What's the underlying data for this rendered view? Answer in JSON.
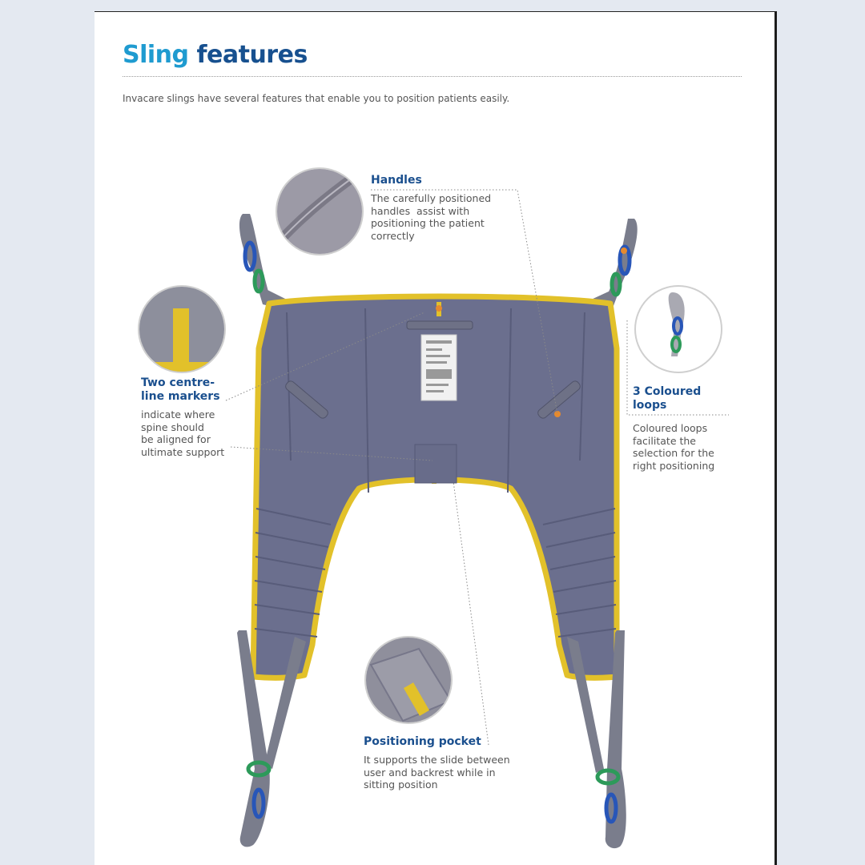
{
  "header": {
    "title_word1": "Sling",
    "title_word2": "features",
    "intro": "Invacare slings have several features that enable you to position patients easily."
  },
  "callouts": {
    "handles": {
      "title": "Handles",
      "lines": [
        "The carefully positioned",
        "handles  assist with",
        "positioning the patient",
        "correctly"
      ]
    },
    "markers": {
      "title_lines": [
        "Two centre-",
        "line markers"
      ],
      "lines": [
        "indicate where",
        "spine should",
        "be aligned for",
        "ultimate support"
      ]
    },
    "loops": {
      "title_lines": [
        "3 Coloured",
        "loops"
      ],
      "lines": [
        "Coloured loops",
        "facilitate the",
        "selection for the",
        "right positioning"
      ]
    },
    "pocket": {
      "title": "Positioning pocket",
      "lines": [
        "It supports the slide between",
        "user and backrest while in",
        "sitting position"
      ]
    }
  },
  "colors": {
    "title_light": "#1f9bd0",
    "title_dark": "#17508f",
    "callout_heading": "#1a4f8e",
    "sling_fabric": "#6b6f8e",
    "sling_trim": "#e2c12a",
    "strap": "#7a7d8c",
    "loop_blue": "#2856b8",
    "loop_green": "#2d9a5a",
    "marker_orange": "#e68a2e"
  }
}
